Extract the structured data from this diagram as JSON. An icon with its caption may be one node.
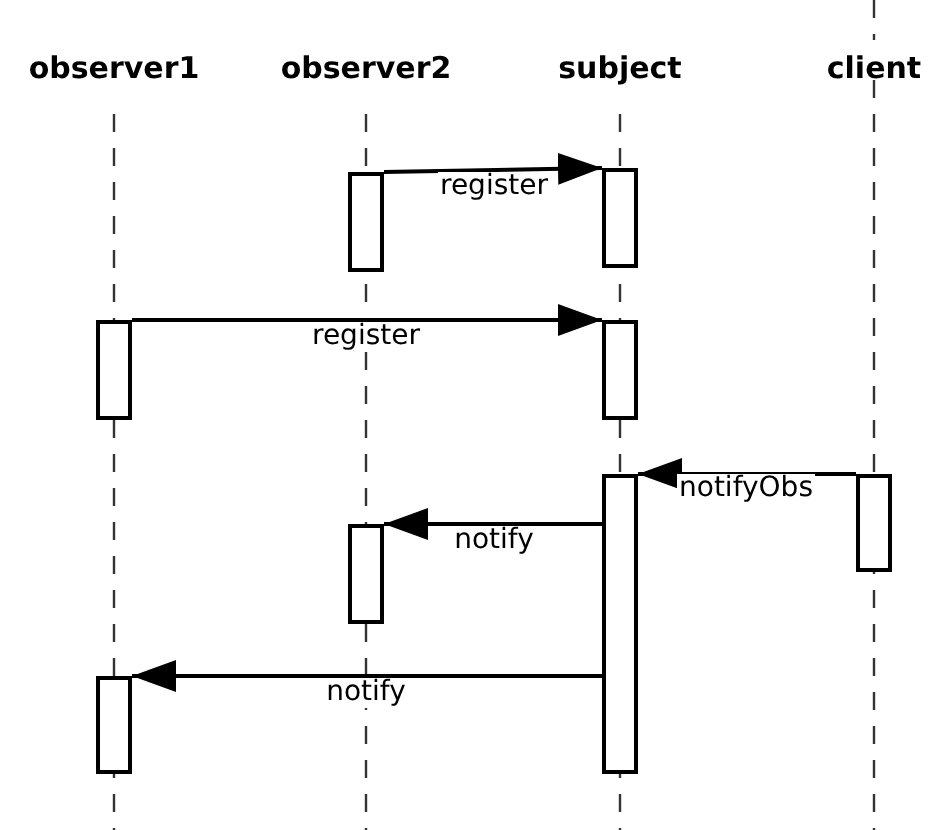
{
  "diagram": {
    "nodes": [
      {
        "text": [
          "observer1"
        ]
      },
      {
        "text": [
          "observer2"
        ]
      },
      {
        "text": [
          "subject"
        ]
      },
      {
        "text": [
          "client"
        ]
      },
      {
        "text": [],
        "shape": "bar"
      },
      {
        "text": [],
        "shape": "bar"
      },
      {
        "text": [],
        "shape": "bar"
      },
      {
        "text": [],
        "shape": "bar"
      },
      {
        "text": [],
        "shape": "bar"
      },
      {
        "text": [],
        "shape": "bar"
      },
      {
        "text": [],
        "shape": "bar"
      },
      {
        "text": [],
        "shape": "bar"
      }
    ],
    "edges": [
      {
        "from": 4,
        "to": 5,
        "arrow": "to",
        "label": "register"
      },
      {
        "from": 6,
        "to": 7,
        "arrow": "to",
        "label": "register"
      },
      {
        "from": 9,
        "to": 8,
        "arrow": "to",
        "label": "notifyObs"
      },
      {
        "from": 8,
        "to": 10,
        "arrow": "to",
        "label": "notify"
      },
      {
        "from": 8,
        "to": 11,
        "arrow": "to",
        "label": "notify"
      }
    ]
  }
}
